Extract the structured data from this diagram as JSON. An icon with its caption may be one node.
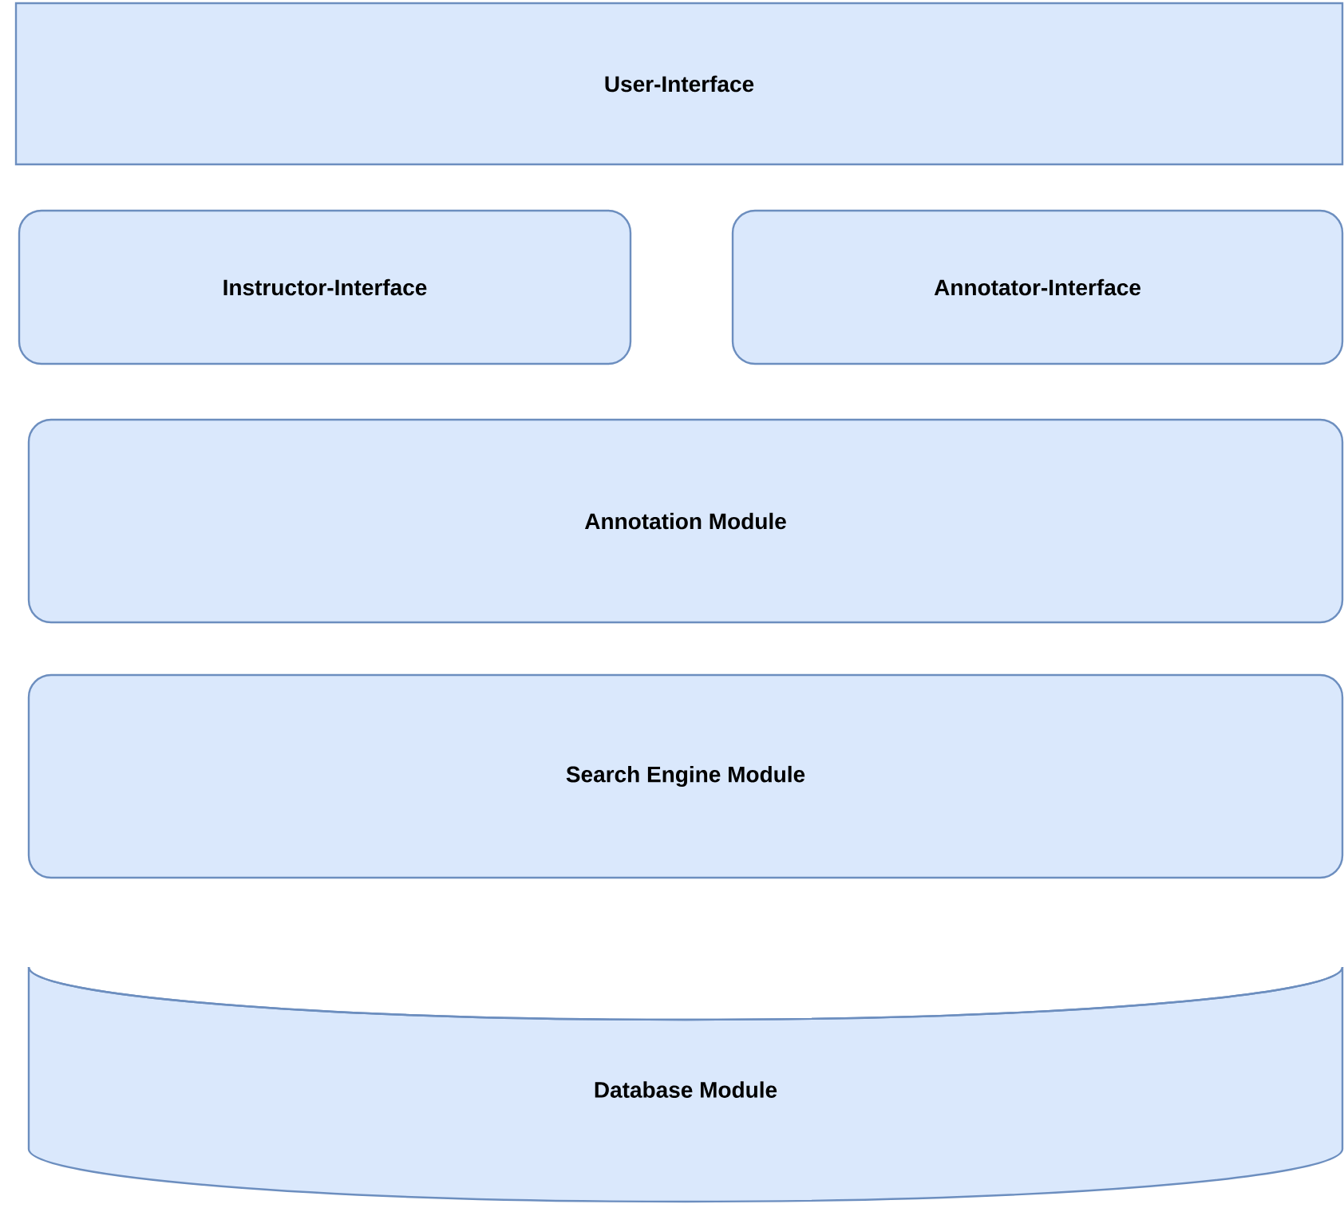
{
  "diagram": {
    "nodes": [
      {
        "text": [
          "User-Interface"
        ]
      },
      {
        "text": [
          "Instructor-Interface"
        ]
      },
      {
        "text": [
          "Annotator-Interface"
        ]
      },
      {
        "text": [
          "Annotation Module"
        ]
      },
      {
        "text": [
          "Search Engine Module"
        ]
      },
      {
        "text": [
          "Database Module"
        ]
      }
    ]
  }
}
